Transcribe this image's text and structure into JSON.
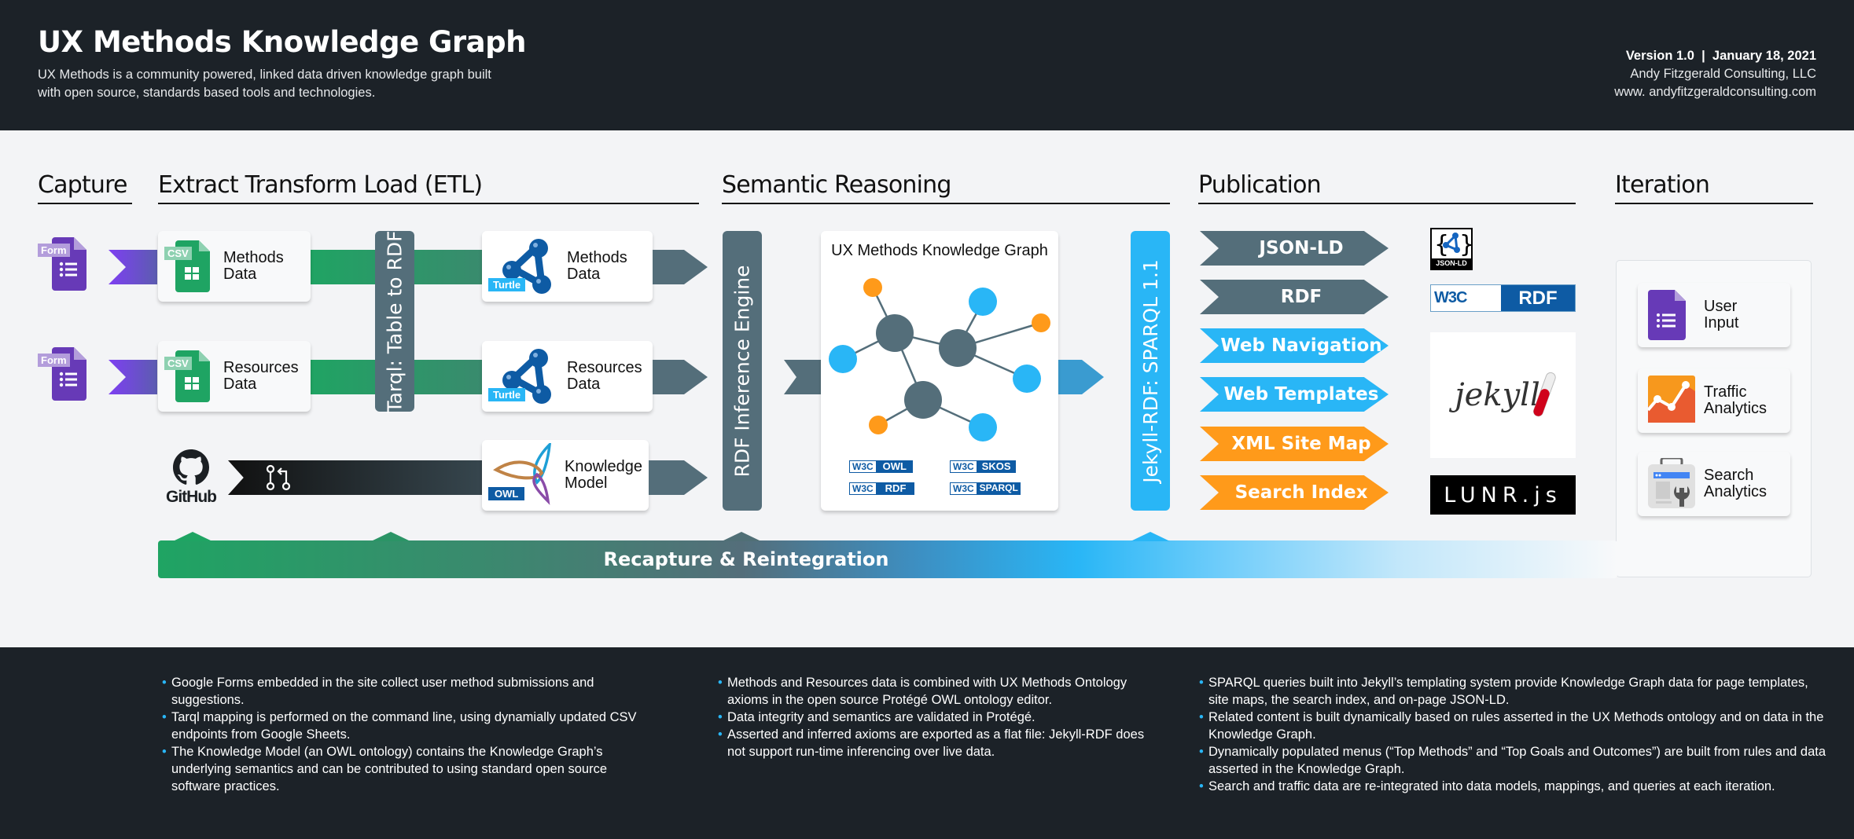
{
  "header": {
    "title": "UX Methods Knowledge Graph",
    "subtitle_line1": "UX Methods is a community powered, linked data driven knowledge graph built",
    "subtitle_line2": "with open source, standards based tools and technologies.",
    "version_line": "Version 1.0  |  January 18, 2021",
    "company": "Andy Fitzgerald Consulting, LLC",
    "website": "www. andyfitzgeraldconsulting.com"
  },
  "sections": {
    "capture": "Capture",
    "etl": "Extract Transform Load (ETL)",
    "semantic": "Semantic Reasoning",
    "publication": "Publication",
    "iteration": "Iteration"
  },
  "capture": {
    "form_badge": "Form",
    "github_label": "GitHub"
  },
  "etl": {
    "csv_badge": "CSV",
    "methods_data": [
      "Methods",
      "Data"
    ],
    "resources_data": [
      "Resources",
      "Data"
    ],
    "tarql_label": "Tarql: Table to RDF",
    "turtle_badge": "Turtle",
    "owl_badge": "OWL",
    "knowledge_model": [
      "Knowledge",
      "Model"
    ]
  },
  "semantic": {
    "engine_label": "RDF Inference Engine",
    "graph_title": "UX Methods Knowledge Graph",
    "standards": [
      "OWL",
      "SKOS",
      "RDF",
      "SPARQL"
    ],
    "w3c": "W3C"
  },
  "publication": {
    "jekyll_rdf_label": "Jekyll-RDF: SPARQL 1.1",
    "outputs": [
      {
        "label": "JSON-LD",
        "color": "#546e7a"
      },
      {
        "label": "RDF",
        "color": "#546e7a"
      },
      {
        "label": "Web Navigation",
        "color": "#29b6f6"
      },
      {
        "label": "Web Templates",
        "color": "#29b6f6"
      },
      {
        "label": "XML Site Map",
        "color": "#ff9a1a"
      },
      {
        "label": "Search Index",
        "color": "#ff9a1a"
      }
    ],
    "logos": {
      "jsonld": "JSON-LD",
      "w3c_rdf": "RDF",
      "jekyll": "jekyll",
      "lunr": "LUNR.js"
    }
  },
  "iteration": {
    "items": [
      [
        "User",
        "Input"
      ],
      [
        "Traffic",
        "Analytics"
      ],
      [
        "Search",
        "Analytics"
      ]
    ]
  },
  "recapture_label": "Recapture & Reintegration",
  "colors": {
    "dark": "#1c2228",
    "slate": "#546e7a",
    "green": "#1fa463",
    "blue": "#29b6f6",
    "orange": "#ff9a1a",
    "purple": "#673ab7"
  },
  "footer": {
    "col1": [
      "Google Forms embedded in the site collect user method submissions and suggestions.",
      "Tarql mapping is performed on the command line, using dynamially updated CSV endpoints from Google Sheets.",
      "The Knowledge Model (an OWL ontology) contains the Knowledge Graph’s underlying semantics and can be contributed to using standard open source software practices."
    ],
    "col2": [
      "Methods and Resources data is combined with UX Methods Ontology axioms in the open source Protégé OWL ontology editor.",
      "Data integrity and semantics are validated in Protégé.",
      "Asserted and inferred axioms are exported as a flat file: Jekyll-RDF does not support run-time inferencing over live data."
    ],
    "col3": [
      "SPARQL queries built into Jekyll’s templating system provide Knowledge Graph data for page templates, site maps, the search index, and on-page JSON-LD.",
      "Related content is built dynamically based on rules asserted in the UX Methods ontology and on data in the Knowledge Graph.",
      "Dynamically populated menus (“Top Methods” and “Top Goals and Outcomes”) are built from rules and data asserted in the Knowledge Graph.",
      "Search and traffic data are re-integrated into data models, mappings, and queries at each iteration."
    ]
  }
}
